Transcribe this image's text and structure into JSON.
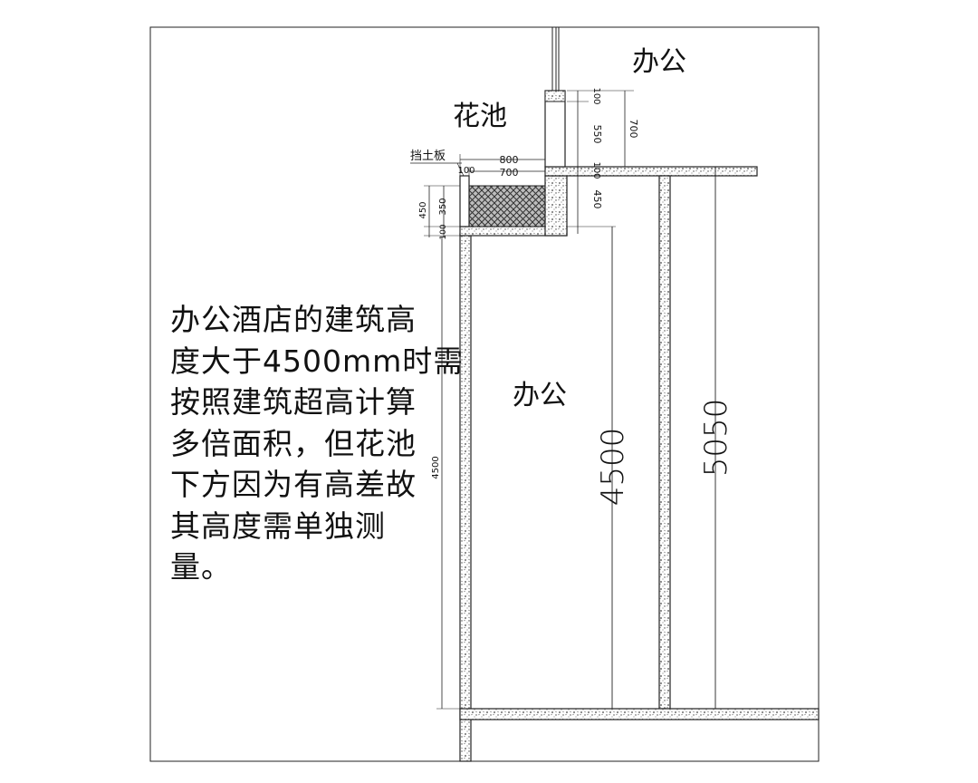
{
  "labels": {
    "office_top": "办公",
    "office_main": "办公",
    "planter": "花池",
    "retaining_board": "挡土板"
  },
  "note_lines": [
    "办公酒店的建筑高",
    "度大于4500mm时需",
    "按照建筑超高计算",
    "多倍面积，但花池",
    "下方因为有高差故",
    "其高度需单独测",
    "量。"
  ],
  "dimensions": {
    "d100_top": "100",
    "d550": "550",
    "d700_vert": "700",
    "d800": "800",
    "d700_horiz": "700",
    "d100_left": "100",
    "d100_slab": "100",
    "d450_right": "450",
    "d450_left": "450",
    "d350": "350",
    "d100_bottom": "100",
    "d4500_left": "4500",
    "d4500_big": "4500",
    "d5050_big": "5050"
  },
  "colors": {
    "line": "#222222",
    "hatch": "#555555",
    "background": "#ffffff"
  }
}
